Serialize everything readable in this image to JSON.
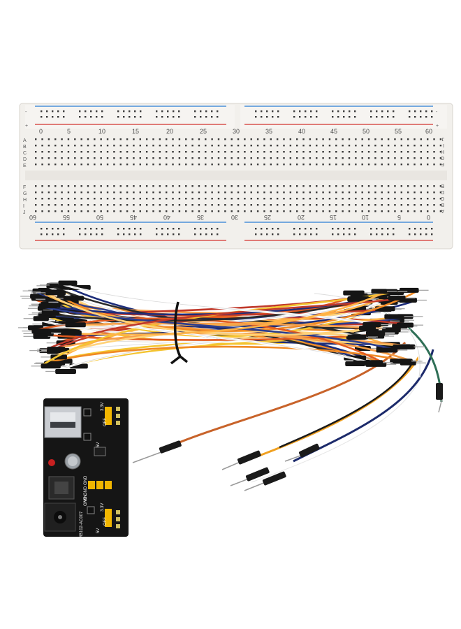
{
  "breadcrumb_board": {
    "top_numbers": [
      "0",
      "5",
      "10",
      "15",
      "20",
      "25",
      "30",
      "35",
      "40",
      "45",
      "50",
      "55",
      "60"
    ],
    "bottom_numbers": [
      "60",
      "55",
      "50",
      "45",
      "40",
      "35",
      "30",
      "25",
      "20",
      "15",
      "10",
      "5",
      "0"
    ],
    "left_letters_top": [
      "A",
      "B",
      "C",
      "D",
      "E"
    ],
    "left_letters_bottom": [
      "F",
      "G",
      "H",
      "I",
      "J"
    ],
    "right_letters_top": [
      "J",
      "I",
      "H",
      "G",
      "F"
    ],
    "right_letters_bottom": [
      "E",
      "D",
      "C",
      "B",
      "A"
    ],
    "rail_plus": "+",
    "rail_minus": "-"
  },
  "power_module": {
    "label_model": "MB102-AC007",
    "label_5v_top": "5V",
    "label_off_top": "OFF",
    "label_3v3_top": "3.3V",
    "label_5v_bottom": "5V",
    "label_off_bottom": "OFF",
    "label_3v3_bottom": "3.3V",
    "label_gnd": "GND GND GND",
    "label_vin": "VIN"
  },
  "colors": {
    "board": "#f3f1ee",
    "rail_red": "#d9534f",
    "rail_blue": "#4a90d9",
    "pcb": "#151515",
    "jumper_yellow": "#f2b600"
  }
}
